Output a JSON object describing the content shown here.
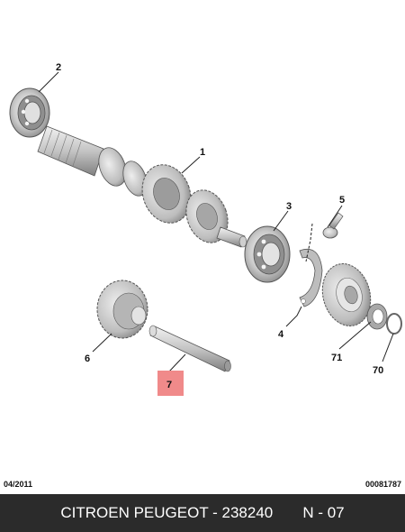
{
  "callouts": {
    "p1": "1",
    "p2": "2",
    "p3": "3",
    "p4": "4",
    "p5": "5",
    "p6": "6",
    "p7": "7",
    "p70": "70",
    "p71": "71"
  },
  "colors": {
    "metal_light": "#d9d9d9",
    "metal_mid": "#b5b5b5",
    "metal_dark": "#7d7d7d",
    "highlight": "#f08a8a",
    "footer_bg": "#2b2b2b"
  },
  "meta": {
    "date": "04/2011",
    "reference": "00081787"
  },
  "footer": {
    "brand": "CITROEN PEUGEOT - 238240",
    "page": "N - 07"
  }
}
